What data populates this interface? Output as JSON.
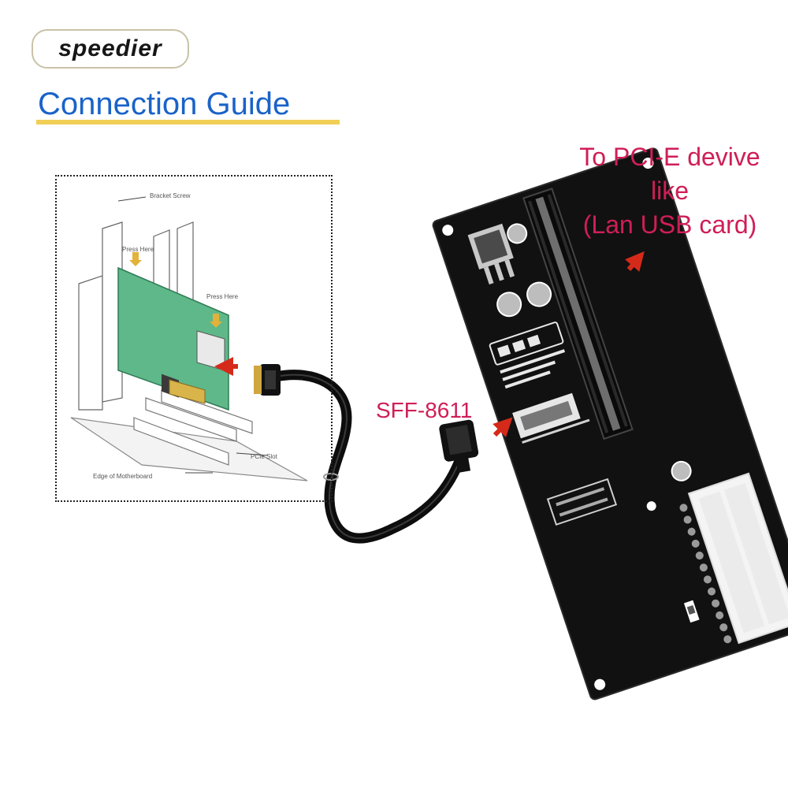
{
  "brand": {
    "logo_text": "speedier"
  },
  "title": "Connection Guide",
  "labels": {
    "pcie_target": [
      "To PCI-E devive",
      "like",
      "(Lan USB card)"
    ],
    "connector": "SFF-8611"
  },
  "inset_diagram": {
    "bracket_screw": "Bracket Screw",
    "press_here_1": "Press Here",
    "press_here_2": "Press Here",
    "pcie_slot": "PCIe Slot",
    "motherboard": "Edge of Motherboard"
  },
  "colors": {
    "title_blue": "#1a63c8",
    "underline_yellow": "#f1cf56",
    "label_red": "#cf1e57",
    "arrow_red": "#d52a1a",
    "card_green": "#5fb889",
    "board_black": "#111111"
  }
}
